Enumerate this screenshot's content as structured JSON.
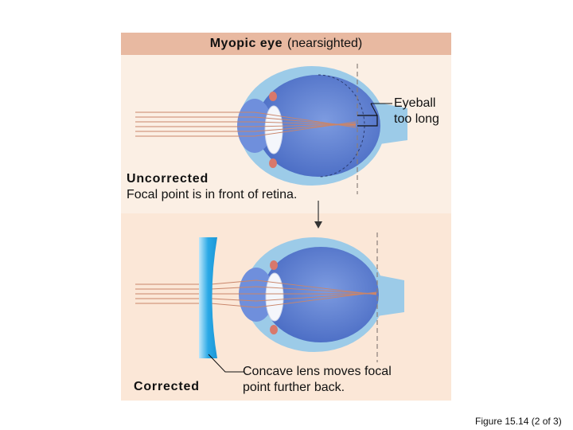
{
  "title": {
    "bold": "Myopic eye",
    "rest": "(nearsighted)"
  },
  "eyeball_label": {
    "line1": "Eyeball",
    "line2": "too long"
  },
  "uncorrected": {
    "heading": "Uncorrected",
    "caption": "Focal point is in front of retina."
  },
  "corrected": {
    "heading": "Corrected",
    "caption_line1": "Concave lens moves focal",
    "caption_line2": "point further back."
  },
  "figure_caption": "Figure 15.14 (2 of 3)",
  "colors": {
    "title_bar": "#e8b9a1",
    "panel_top": "#fbefe4",
    "panel_bottom": "#fbe7d7",
    "sclera": "#9ccbe8",
    "eye_interior": "#5d7fd1",
    "lens": "#f4f6fb",
    "iris": "#d8786b",
    "concave_lens": "#2eaee8",
    "light_rays": "#c9856a"
  }
}
